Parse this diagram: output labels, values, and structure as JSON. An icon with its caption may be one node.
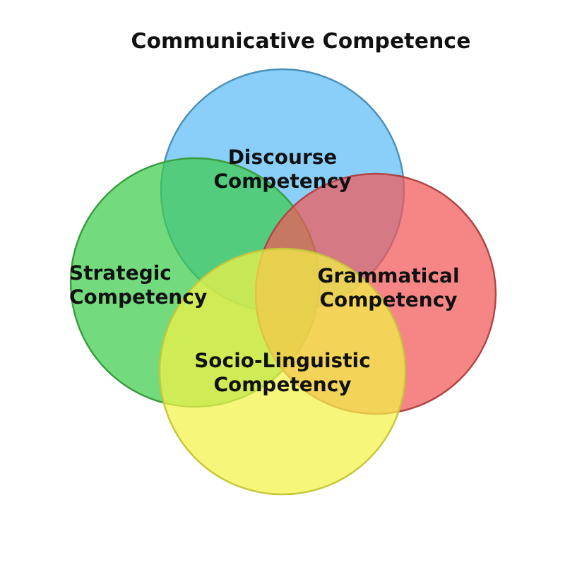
{
  "diagram": {
    "title": "Communicative Competence",
    "nodes": [
      {
        "text": [
          "Discourse Competency"
        ]
      },
      {
        "text": [
          "Strategic Competency"
        ]
      },
      {
        "text": [
          "Grammatical Competency"
        ]
      },
      {
        "text": [
          "Socio-Linguistic Competency"
        ]
      }
    ]
  }
}
